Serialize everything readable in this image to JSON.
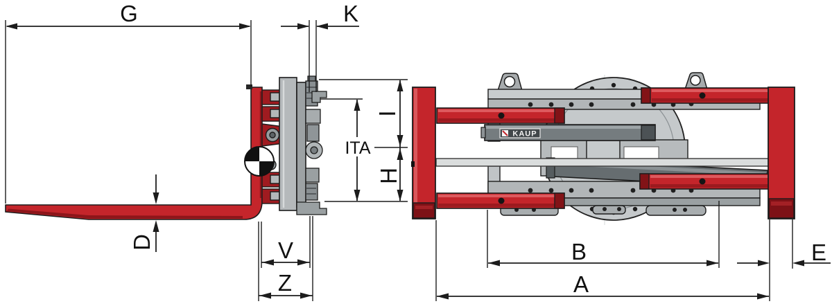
{
  "brand": {
    "logo_text": "KAUP"
  },
  "dimension_labels": {
    "G": "G",
    "K": "K",
    "I": "I",
    "ITA": "ITA",
    "H": "H",
    "D": "D",
    "V": "V",
    "Z": "Z",
    "B": "B",
    "A": "A",
    "E": "E"
  },
  "colors": {
    "accent_red": "#c4252b",
    "dark_red": "#7d1116",
    "steel_gray": "#b5b9bb",
    "dark_gray": "#5f6668",
    "line_black": "#1c1c1c",
    "background": "#ffffff"
  }
}
